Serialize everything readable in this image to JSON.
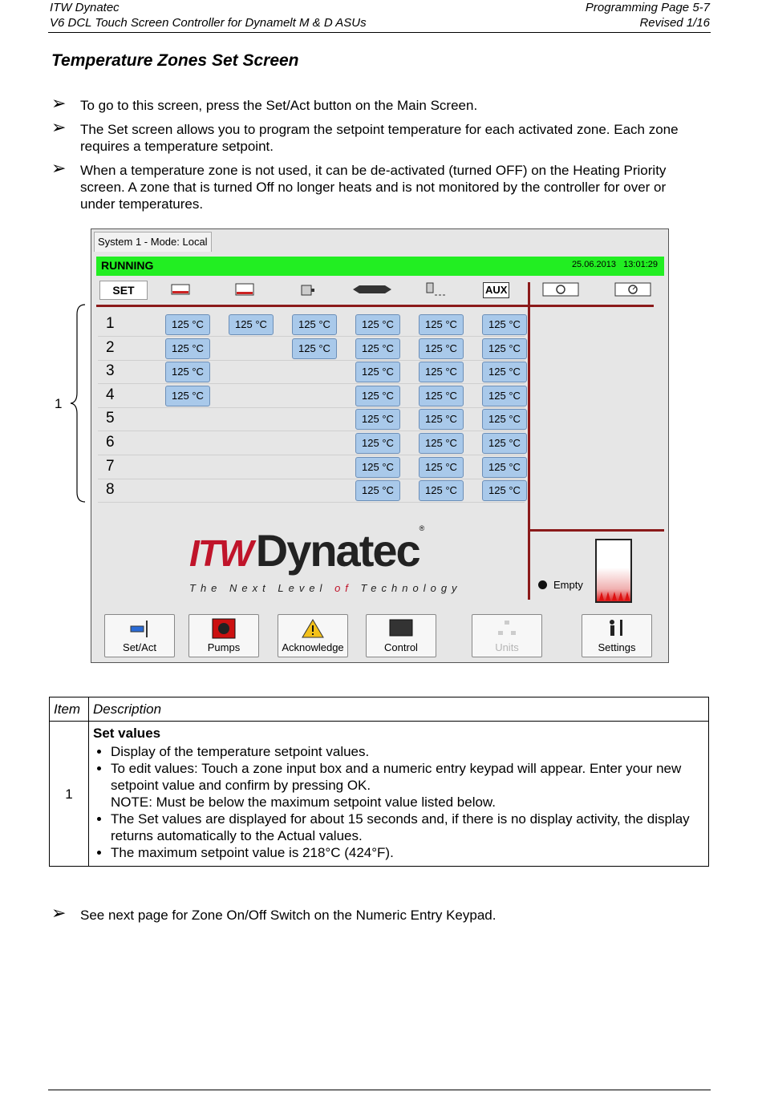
{
  "header": {
    "company": "ITW Dynatec",
    "doc_title": "V6 DCL Touch Screen Controller for Dynamelt M & D ASUs",
    "page": "Programming Page 5-7",
    "revised": "Revised 1/16"
  },
  "section_title": "Temperature Zones Set Screen",
  "bullets": [
    "To go to this screen, press the Set/Act button on the Main Screen.",
    "The Set screen allows you to program the setpoint temperature for each activated zone. Each zone requires a temperature setpoint.",
    "When a temperature zone is not used, it can be de-activated (turned OFF) on the Heating Priority screen. A zone that is turned Off no longer heats and is not monitored by the controller for over or under temperatures."
  ],
  "screen": {
    "tab_label": "System 1 - Mode: Local",
    "status": "RUNNING",
    "date": "25.06.2013",
    "time": "13:01:29",
    "status_color": "#22ee22",
    "set_label": "SET",
    "aux_label": "AUX",
    "zone_numbers": [
      "1",
      "2",
      "3",
      "4",
      "5",
      "6",
      "7",
      "8"
    ],
    "setpoint_value": "125 °C",
    "logo_itw": "ITW",
    "logo_dynatec": "Dynatec",
    "tagline_a": "The Next Level",
    "tagline_of": "of",
    "tagline_b": "Technology",
    "tank_label": "Empty",
    "buttons": [
      "Set/Act",
      "Pumps",
      "Acknowledge",
      "Control",
      "Units",
      "Settings"
    ]
  },
  "callout_number": "1",
  "table": {
    "headers": [
      "Item",
      "Description"
    ],
    "item": "1",
    "heading": "Set values",
    "items": [
      "Display of the temperature setpoint values.",
      "To edit values: Touch a zone input box and a numeric entry keypad will appear. Enter your new setpoint value and confirm by pressing OK.",
      "NOTE: Must be below the maximum setpoint value listed below.",
      "The Set values are displayed for about 15 seconds and, if there is no display activity, the display returns automatically to the Actual values.",
      "The maximum setpoint value is 218°C (424°F)."
    ]
  },
  "footer_bullet": "See next page for Zone On/Off Switch on the Numeric Entry Keypad."
}
